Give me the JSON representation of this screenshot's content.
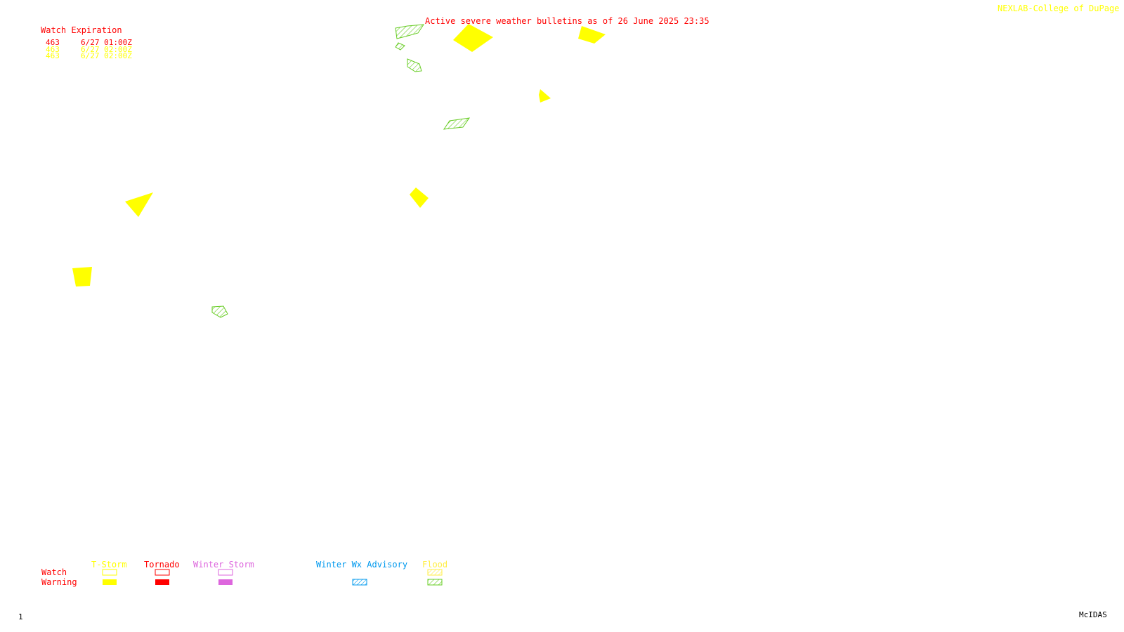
{
  "title": "Active severe weather bulletins as of 26 June 2025 23:35",
  "credit": "NEXLAB-College of DuPage R",
  "watch_expiration": {
    "header": "Watch Expiration",
    "rows": [
      {
        "number": "463",
        "expires": "6/27 01:00Z",
        "color": "#ff0000"
      },
      {
        "number": "463",
        "expires": "6/27 02:00Z",
        "color": "#ffff00"
      },
      {
        "number": "463",
        "expires": "6/27 02:00Z",
        "color": "#ffff00"
      }
    ]
  },
  "legend": {
    "row_labels": {
      "watch": "Watch",
      "warning": "Warning"
    },
    "categories": [
      {
        "label": "T-Storm",
        "color": "#ffff00"
      },
      {
        "label": "Tornado",
        "color": "#ff0000"
      },
      {
        "label": "Winter Storm",
        "color": "#dd66dd"
      },
      {
        "label": "Winter Wx Advisory",
        "color": "#0099ee"
      },
      {
        "label": "Flood",
        "color": "#ffee44",
        "warning_color": "#66cc22"
      }
    ]
  },
  "colors": {
    "tstorm_warning": "#ffff00",
    "flood_warning": "#66cc22",
    "text_red": "#ff0000",
    "background": "#ffffff"
  },
  "footer": {
    "frame_number": "1",
    "software": "McIDAS"
  }
}
